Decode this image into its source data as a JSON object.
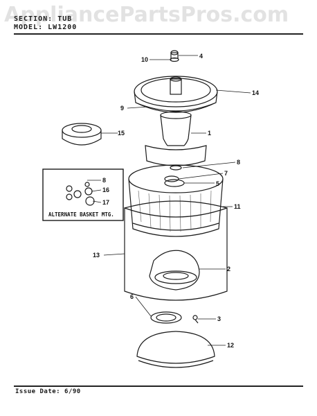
{
  "header": {
    "section_label": "SECTION:",
    "section_value": "TUB",
    "model_label": "MODEL:",
    "model_value": "LW1200"
  },
  "watermark": "AppliancePartsPros.com",
  "inset": {
    "caption": "ALTERNATE BASKET MTG."
  },
  "callouts": [
    "10",
    "4",
    "14",
    "9",
    "1",
    "15",
    "8",
    "7",
    "5",
    "11",
    "8",
    "16",
    "17",
    "13",
    "2",
    "6",
    "3",
    "12"
  ],
  "footer": {
    "issue_label": "Issue Date:",
    "issue_value": "6/90"
  },
  "colors": {
    "line": "#1a1a1a",
    "watermark": "#999999"
  }
}
